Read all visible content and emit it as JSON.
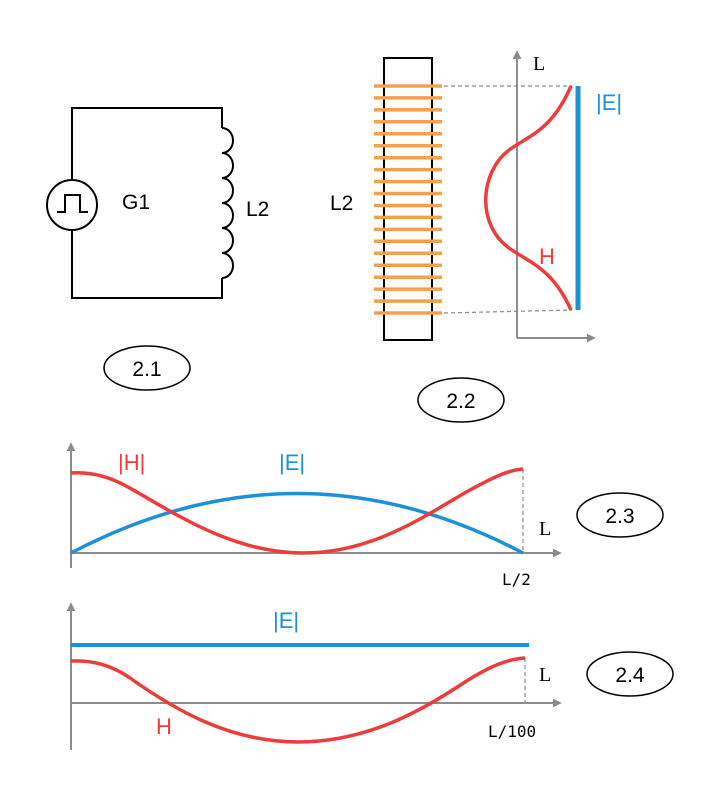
{
  "colors": {
    "red": "#ee3b3b",
    "blue": "#1e90d6",
    "orange": "#f5a04a",
    "axis": "#8c8c8c",
    "ink": "#000000"
  },
  "icons": {
    "generator": "square-pulse-generator-icon",
    "inductor": "coil-icon"
  },
  "fig21": {
    "label": "2.1",
    "generator_label": "G1",
    "coil_label": "L2"
  },
  "fig22": {
    "label": "2.2",
    "coil_label": "L2",
    "axis_label": "L",
    "e_label": "|E|",
    "h_label": "H"
  },
  "fig23": {
    "label": "2.3",
    "h_label": "|H|",
    "e_label": "|E|",
    "axis_label": "L",
    "x_end_label": "L/2"
  },
  "fig24": {
    "label": "2.4",
    "e_label": "|E|",
    "h_label": "H",
    "axis_label": "L",
    "x_end_label": "L/100"
  }
}
